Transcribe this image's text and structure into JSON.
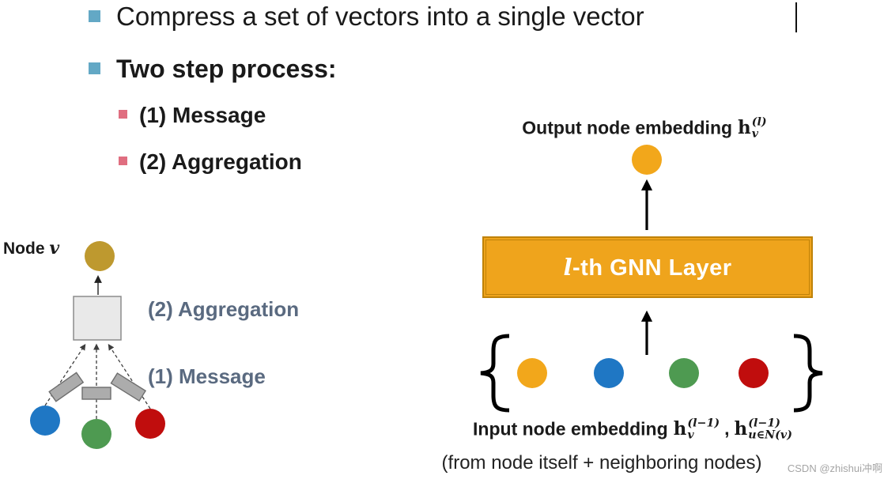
{
  "slide": {
    "bullet1": "Compress a set of vectors into a single vector",
    "bullet2": "Two step process:",
    "sub_bullet1": "(1) Message",
    "sub_bullet2": "(2) Aggregation"
  },
  "left_diagram": {
    "node_label": "Node",
    "node_var": "v",
    "aggregation_label": "(2) Aggregation",
    "message_label": "(1) Message"
  },
  "right_diagram": {
    "output_label": "Output node embedding",
    "output_h": "h",
    "output_sup": "(l)",
    "output_sub": "v",
    "gnn_l": "l",
    "gnn_rest": "-th GNN Layer",
    "input_label": "Input node embedding",
    "h1": "h",
    "h1_sup": "(l−1)",
    "h1_sub": "v",
    "comma": ",",
    "h2": "h",
    "h2_sup": "(l−1)",
    "h2_sub": "u∈N(v)",
    "from_label": "(from node itself + neighboring nodes)"
  },
  "watermark": "CSDN @zhishui冲啊",
  "colors": {
    "bullet-blue": "#63A8C5",
    "bullet-pink": "#E06E80",
    "slate": "#5A6A80",
    "orange": "#F2A71B",
    "gold": "#BE992F",
    "blue": "#1F77C4",
    "green": "#4E9A51",
    "red": "#C00D0D",
    "gnn-fill": "#EFA41C",
    "gnn-border": "#BF8209",
    "gray-box-fill": "#E9E9E9",
    "gray-box-border": "#8C8C8C",
    "msg-rect-fill": "#ACACAC",
    "msg-rect-border": "#6E6E6E",
    "text": "#1A1A1A",
    "watermark": "#A5A5A5"
  }
}
